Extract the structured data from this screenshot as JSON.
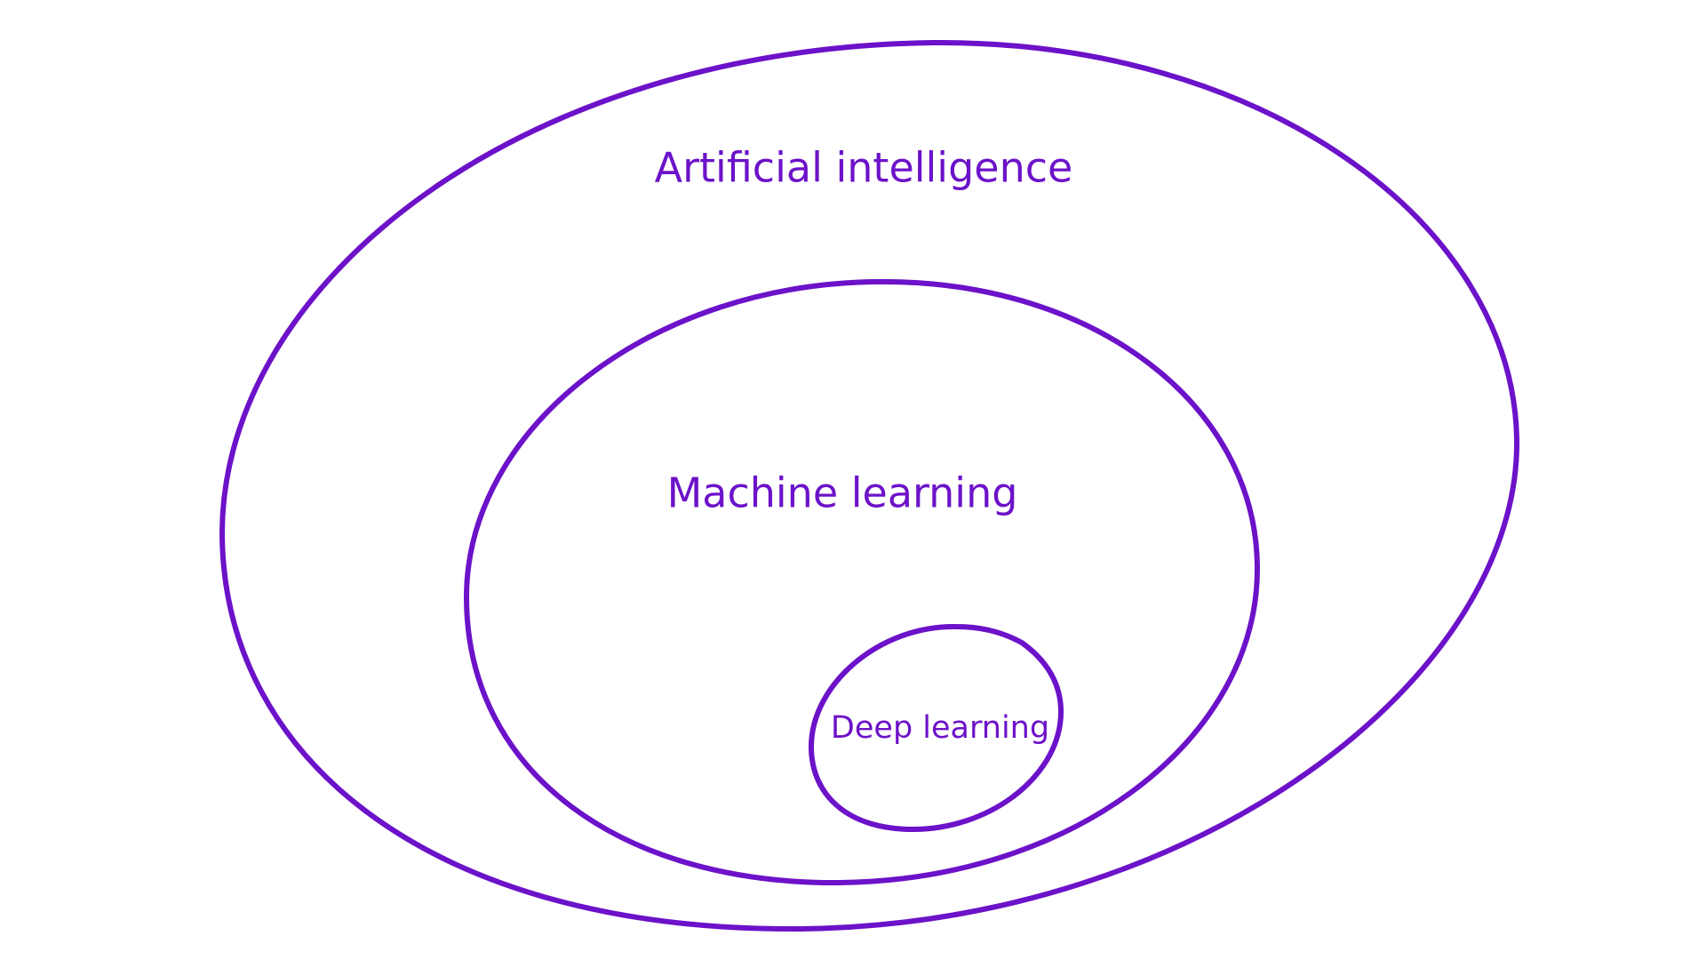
{
  "diagram": {
    "accent_color": "#6c12c9",
    "background_color": "#ffffff",
    "sets": [
      {
        "id": "ai",
        "label": "Artificial intelligence",
        "contains": "ml"
      },
      {
        "id": "ml",
        "label": "Machine learning",
        "contains": "dl"
      },
      {
        "id": "dl",
        "label": "Deep learning",
        "contains": null
      }
    ]
  }
}
